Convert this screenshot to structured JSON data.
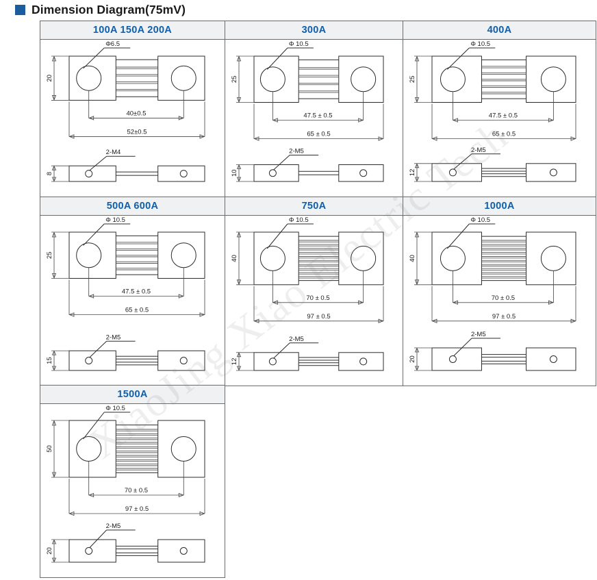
{
  "title": {
    "bullet_color": "#1a5c9e",
    "text": "Dimension Diagram(75mV)"
  },
  "watermark": {
    "text": "XiaoJing Xiao Electric Tech"
  },
  "colors": {
    "header_text": "#0f5fac",
    "header_bg": "#f0f1f3",
    "border": "#6b6b6b",
    "line": "#2b2b2b"
  },
  "cells": [
    {
      "header": "100A 150A 200A",
      "hole_label": "Φ6.5",
      "height_top": "20",
      "dim_inner": "40±0.5",
      "dim_outer": "52±0.5",
      "thread_label": "2-M4",
      "height_side": "8",
      "strips": 5,
      "side_strips": 1
    },
    {
      "header": "300A",
      "hole_label": "Φ 10.5",
      "height_top": "25",
      "dim_inner": "47.5 ± 0.5",
      "dim_outer": "65 ± 0.5",
      "thread_label": "2-M5",
      "height_side": "10",
      "strips": 5,
      "side_strips": 1
    },
    {
      "header": "400A",
      "hole_label": "Φ 10.5",
      "height_top": "25",
      "dim_inner": "47.5 ± 0.5",
      "dim_outer": "65 ± 0.5",
      "thread_label": "2-M5",
      "height_side": "12",
      "strips": 6,
      "side_strips": 2
    },
    {
      "header": "500A 600A",
      "hole_label": "Φ 10.5",
      "height_top": "25",
      "dim_inner": "47.5 ± 0.5",
      "dim_outer": "65 ± 0.5",
      "thread_label": "2-M5",
      "height_side": "15",
      "strips": 6,
      "side_strips": 2
    },
    {
      "header": "750A",
      "hole_label": "Φ 10.5",
      "height_top": "40",
      "dim_inner": "70 ± 0.5",
      "dim_outer": "97 ± 0.5",
      "thread_label": "2-M5",
      "height_side": "12",
      "strips": 11,
      "side_strips": 2
    },
    {
      "header": "1000A",
      "hole_label": "Φ 10.5",
      "height_top": "40",
      "dim_inner": "70 ± 0.5",
      "dim_outer": "97 ± 0.5",
      "thread_label": "2-M5",
      "height_side": "20",
      "strips": 11,
      "side_strips": 2
    },
    {
      "header": "1500A",
      "hole_label": "Φ 10.5",
      "height_top": "50",
      "dim_inner": "70 ± 0.5",
      "dim_outer": "97 ± 0.5",
      "thread_label": "2-M5",
      "height_side": "20",
      "strips": 11,
      "side_strips": 2
    }
  ]
}
